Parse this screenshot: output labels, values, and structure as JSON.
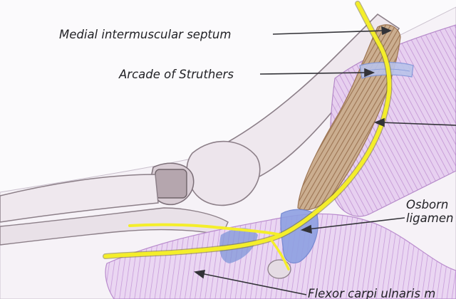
{
  "labels": {
    "medial_intermuscular_septum": "Medial intermuscular septum",
    "arcade_of_struthers": "Arcade of Struthers",
    "osborne_line1": "Osborn",
    "osborne_line2": "ligamen",
    "flexor_carpi_ulnaris": "Flexor carpi ulnaris m"
  },
  "colors": {
    "nerve": "#f4ee2a",
    "septum": "#b08a6a",
    "muscle": "#c79ad6",
    "ligament": "#7f95d8",
    "bone": "#8c7f88",
    "pointer": "#333338"
  }
}
